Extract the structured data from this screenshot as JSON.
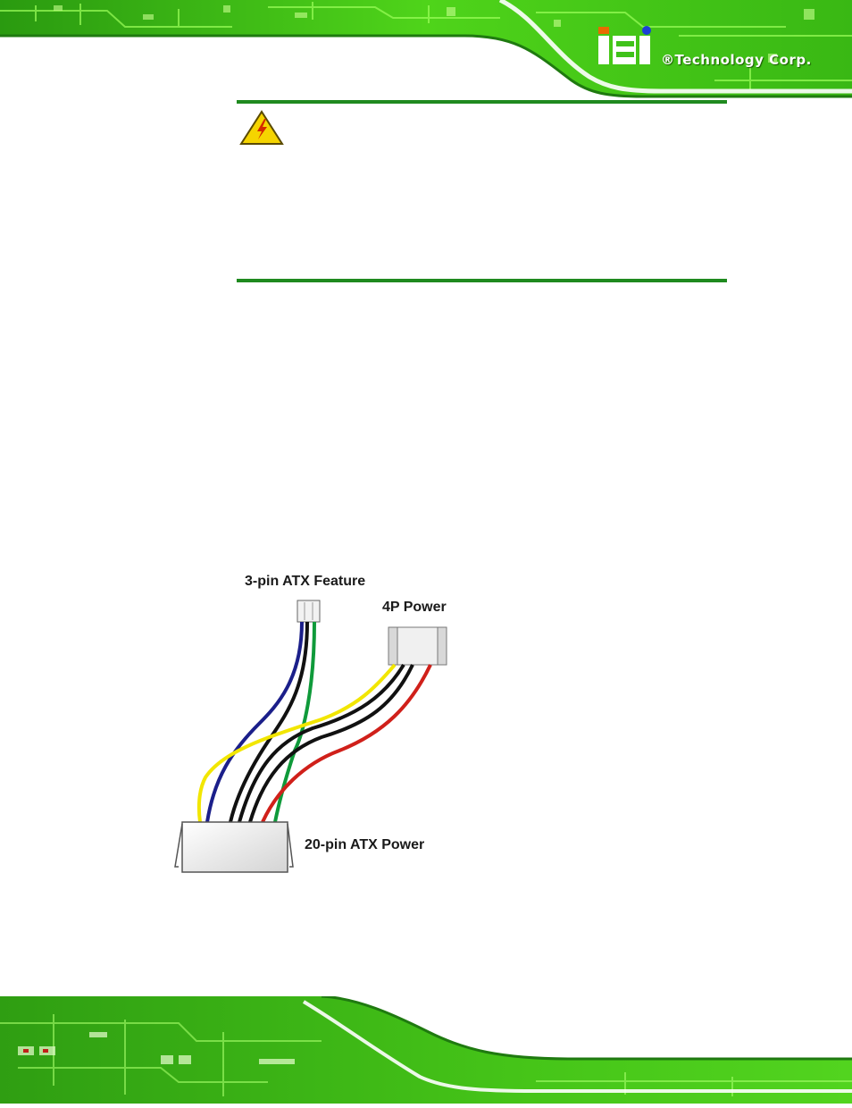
{
  "brand": {
    "logo_letters": "iEi",
    "tagline": "®Technology Corp."
  },
  "diagram": {
    "labels": {
      "feature": "3-pin ATX Feature",
      "power4p": "4P Power",
      "atx20": "20-pin ATX Power"
    },
    "wire_colors": {
      "blue": "#1b1f8a",
      "black": "#111111",
      "green": "#0f9a3a",
      "yellow": "#f2e600",
      "red": "#d0201a"
    }
  },
  "colors": {
    "accent_green": "#1f8a1f",
    "board_green": "#3fc21a",
    "warning_yellow": "#f5d400",
    "warning_red": "#d42a00"
  },
  "icons": [
    "warning-icon"
  ]
}
